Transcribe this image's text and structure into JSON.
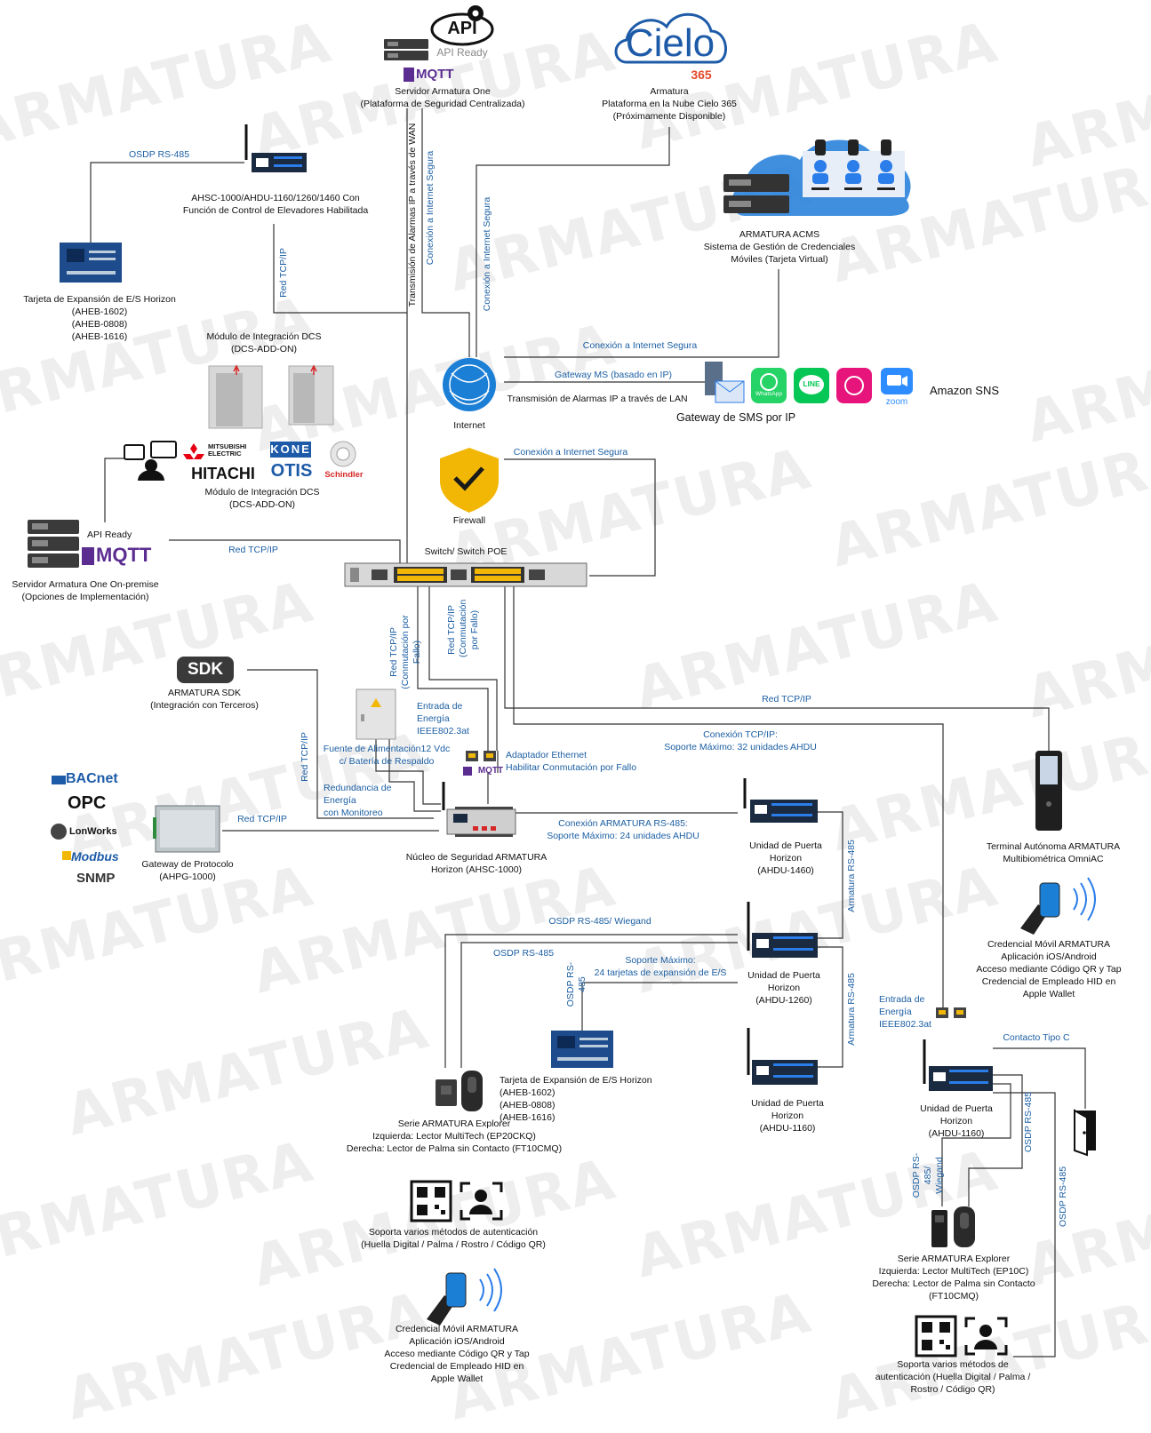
{
  "watermark": "ARMATURA",
  "colors": {
    "line": "#333333",
    "label_blue": "#1c5fa3",
    "device_dark": "#1a2a40",
    "led_blue": "#2b7de9"
  },
  "top": {
    "api_text": "API",
    "api_ready": "API Ready",
    "mqtt": "MQTT",
    "server_label": "Servidor Armatura One\n(Plataforma de Seguridad Centralizada)",
    "cielo_logo": "Cielo",
    "cielo_365": "365",
    "cielo_label": "Armatura\nPlataforma en la Nube Cielo 365\n(Próximamente Disponible)",
    "acms_label": "ARMATURA ACMS\nSistema de Gestión de Credenciales\nMóviles (Tarjeta Virtual)"
  },
  "left": {
    "osdp_top": "OSDP RS-485",
    "ahsc_label": "AHSC-1000/AHDU-1160/1260/1460 Con\nFunción de Control de Elevadores Habilitada",
    "exp_label": "Tarjeta de Expansión de E/S Horizon\n(AHEB-1602)\n(AHEB-0808)\n(AHEB-1616)",
    "tcpip_vertical": "Red TCP/IP",
    "dcs_top_label": "Módulo de Integración DCS\n(DCS-ADD-ON)",
    "dcs_bottom_label": "Módulo de Integración DCS\n(DCS-ADD-ON)",
    "brand_mitsubishi": "MITSUBISHI\nELECTRIC",
    "brand_hitachi": "HITACHI",
    "brand_kone": "KONE",
    "brand_otis": "OTIS",
    "brand_schindler": "Schindler",
    "onprem_api": "API Ready",
    "onprem_mqtt": "MQTT",
    "onprem_tcp": "Red TCP/IP",
    "onprem_label": "Servidor Armatura One On-premise\n(Opciones de Implementación)"
  },
  "center": {
    "wan_alarm": "Transmisión de Alarmas IP a través de WAN",
    "secure_1": "Conexión a Internet Segura",
    "secure_2": "Conexión a Internet Segura",
    "secure_3": "Conexión a Internet Segura",
    "gateway_ms": "Gateway MS (basado en IP)",
    "lan_alarm": "Transmisión de Alarmas IP a través de LAN",
    "internet_label": "Internet",
    "sms_gateway": "Gateway de SMS por IP",
    "amazon_sns": "Amazon SNS",
    "whatsapp": "WhatsApp",
    "line": "LINE",
    "zoom": "zoom",
    "firewall_secure": "Conexión a Internet Segura",
    "firewall_label": "Firewall",
    "switch_label": "Switch/ Switch POE"
  },
  "middle": {
    "sdk": "SDK",
    "sdk_label": "ARMATURA SDK\n(Integración con Terceros)",
    "red_failover_1": "Red TCP/IP\n(Conmutación por Fallo)",
    "red_failover_2": "Red TCP/IP\n(Conmutación\npor Fallo)",
    "poe_in": "Entrada de\nEnergía\nIEEE802.3at",
    "eth_adapter": "Adaptador Ethernet\nHabilitar Conmutación por Fallo",
    "power_supply": "Fuente de Alimentación12 Vdc\nc/ Batería de Respaldo",
    "redundancy": "Redundancia de\nEnergía\ncon Monitoreo",
    "sdk_tcp": "Red TCP/IP",
    "gw_tcp": "Red TCP/IP",
    "protocols": [
      "BACnet",
      "OPC",
      "LonWorks",
      "Modbus",
      "SNMP"
    ],
    "gateway_label": "Gateway de Protocolo\n(AHPG-1000)",
    "core_label": "Núcleo de Seguridad ARMATURA\nHorizon (AHSC-1000)",
    "rs485_conn": "Conexión ARMATURA RS-485:\nSoporte Máximo: 24 unidades AHDU",
    "tcp_conn": "Conexión TCP/IP:\nSoporte Máximo: 32 unidades AHDU",
    "red_right": "Red TCP/IP"
  },
  "doors": {
    "ahdu1460": "Unidad de Puerta\nHorizon\n(AHDU-1460)",
    "ahdu1260": "Unidad de Puerta\nHorizon\n(AHDU-1260)",
    "ahdu1160": "Unidad de Puerta\nHorizon\n(AHDU-1160)",
    "rs485_v1": "Armatura RS-485",
    "rs485_v2": "Armatura RS-485",
    "osdp_wiegand": "OSDP RS-485/ Wiegand",
    "osdp": "OSDP RS-485",
    "osdp_v": "OSDP RS-485",
    "support_max": "Soporte Máximo:\n24 tarjetas de expansión de E/S",
    "exp_label2": "Tarjeta de Expansión de E/S Horizon\n(AHEB-1602)\n(AHEB-0808)\n(AHEB-1616)",
    "explorer_label": "Serie ARMATURA Explorer\nIzquierda: Lector MultiTech (EP20CKQ)\nDerecha: Lector de Palma sin Contacto (FT10CMQ)",
    "auth_label": "Soporta varios métodos de autenticación\n(Huella Digital / Palma / Rostro / Código QR)",
    "mobile_label": "Credencial Móvil ARMATURA\nAplicación iOS/Android\nAcceso mediante Código QR y Tap\nCredencial de Empleado HID en\nApple Wallet"
  },
  "right": {
    "omniac_label": "Terminal Autónoma ARMATURA\nMultibiométrica OmniAC",
    "mobile_label": "Credencial Móvil ARMATURA\nAplicación iOS/Android\nAcceso mediante Código QR y Tap\nCredencial de Empleado HID en\nApple Wallet",
    "poe_in": "Entrada de\nEnergía\nIEEE802.3at",
    "contact_c": "Contacto Tipo C",
    "ahdu1160": "Unidad de Puerta\nHorizon\n(AHDU-1160)",
    "osdp_w_v": "OSDP RS-485/\nWiegand",
    "osdp_v1": "OSDP RS-485",
    "osdp_v2": "OSDP RS-485",
    "explorer_label": "Serie ARMATURA Explorer\nIzquierda: Lector MultiTech (EP10C)\nDerecha: Lector de Palma sin Contacto\n(FT10CMQ)",
    "auth_label": "Soporta varios métodos de\nautenticación (Huella Digital / Palma /\nRostro / Código QR)"
  }
}
